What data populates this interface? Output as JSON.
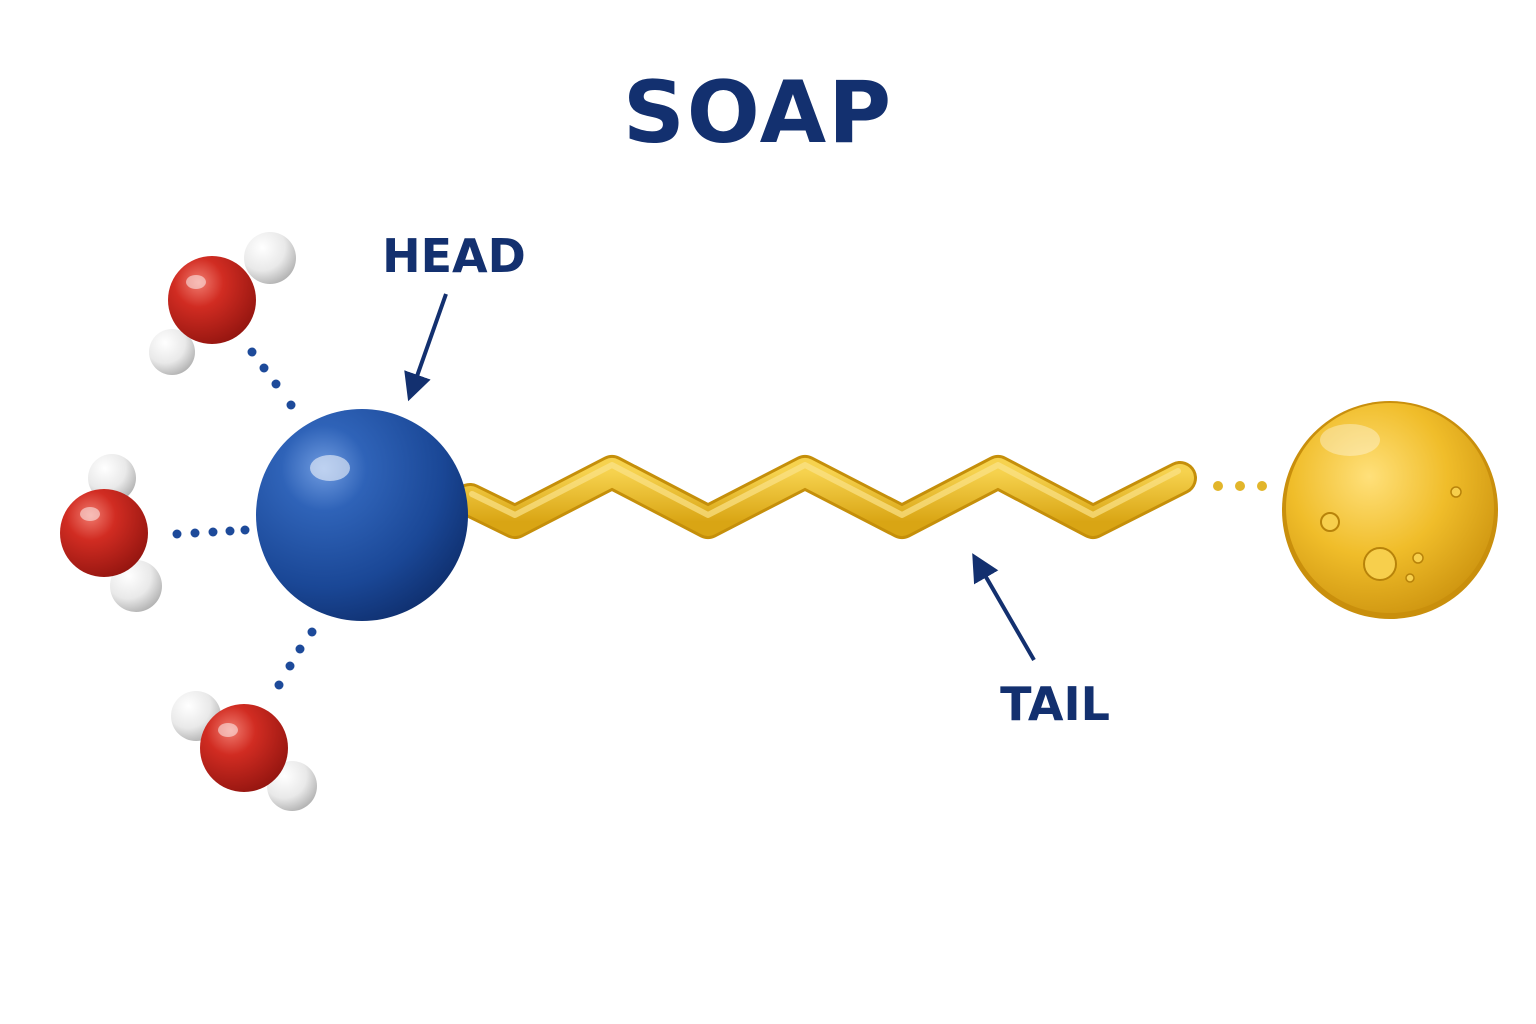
{
  "title": "SOAP",
  "labels": {
    "head": "HEAD",
    "tail": "TAIL"
  },
  "colors": {
    "text": "#13306f",
    "head": "#1f4f9e",
    "tail": "#e6b622",
    "oil": "#e8b21a",
    "oxygen": "#c8221c",
    "hydrogen": "#e8e8e8",
    "dots_blue": "#1d4a9a",
    "dots_yellow": "#e2b52a"
  },
  "components": {
    "water_molecules": 3,
    "hydrophilic_head": "head-sphere",
    "hydrophobic_tail": "tail-chain",
    "oil_droplet": "oil-droplet"
  }
}
